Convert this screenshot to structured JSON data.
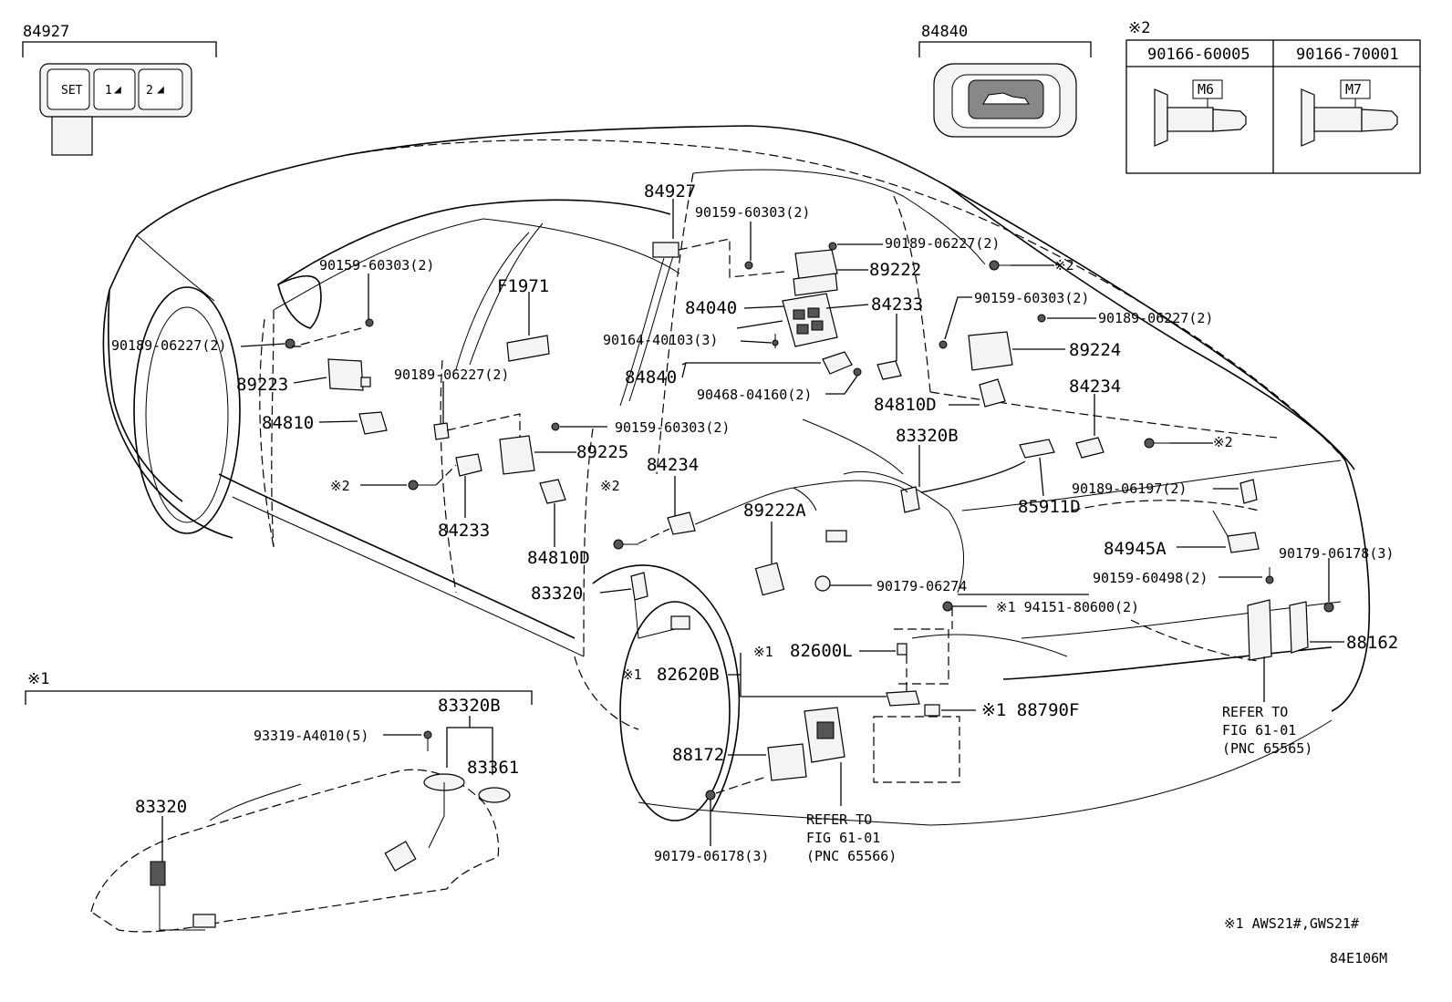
{
  "diagram_code": "84E106M",
  "footnote_1": "※1 AWS21#,GWS21#",
  "marker_1": "※1",
  "marker_2": "※2",
  "inset_switch": {
    "label": "84927",
    "buttons": [
      "SET",
      "1",
      "2"
    ]
  },
  "inset_trunk_switch": {
    "label": "84840"
  },
  "inset_bolts": {
    "marker": "※2",
    "columns": [
      {
        "part": "90166-60005",
        "thread": "M6"
      },
      {
        "part": "90166-70001",
        "thread": "M7"
      }
    ]
  },
  "inset_fuel": {
    "marker": "※1",
    "labels": [
      "83320B",
      "93319-A4010(5)",
      "83361",
      "83320"
    ]
  },
  "refer_1": [
    "REFER TO",
    "FIG 61-01",
    "(PNC 65566)"
  ],
  "refer_2": [
    "REFER TO",
    "FIG 61-01",
    "(PNC 65565)"
  ],
  "callouts": [
    "84927",
    "90159-60303(2)",
    "90189-06227(2)",
    "89222",
    "84040",
    "90164-40103(3)",
    "84840",
    "90468-04160(2)",
    "84233",
    "※2",
    "90159-60303(2)",
    "90189-06227(2)",
    "89224",
    "84810D",
    "84234",
    "83320B",
    "90159-60303(2)",
    "F1971",
    "90189-06227(2)",
    "89223",
    "84810",
    "90189-06227(2)",
    "90159-60303(2)",
    "89225",
    "※2",
    "84233",
    "84810D",
    "※2",
    "84234",
    "89222A",
    "85911D",
    "※2",
    "90189-06197(2)",
    "84945A",
    "90179-06178(3)",
    "83320",
    "90179-06274",
    "90159-60498(2)",
    "※1 94151-80600(2)",
    "88162",
    "※1",
    "82600L",
    "※1",
    "82620B",
    "※1 88790F",
    "88172",
    "90179-06178(3)"
  ]
}
